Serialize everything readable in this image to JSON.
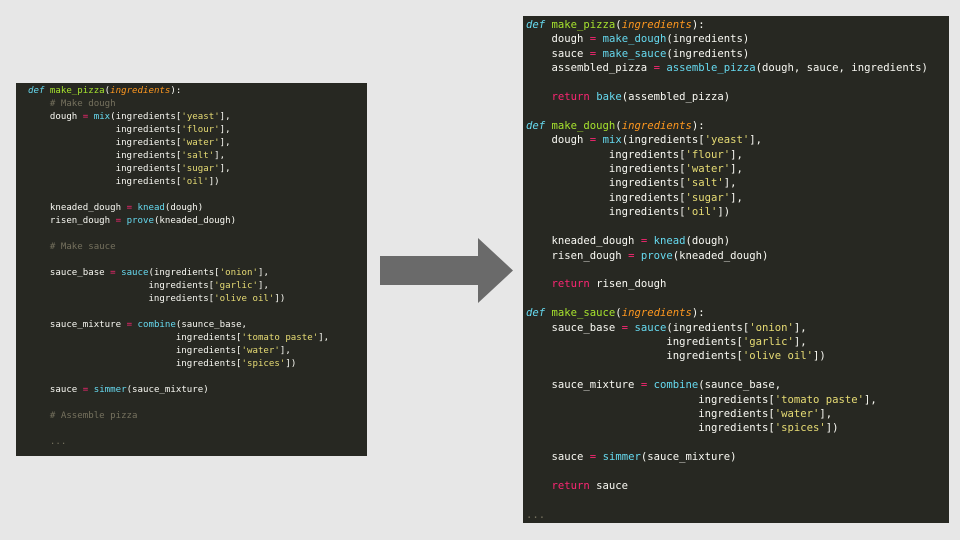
{
  "left_code": [
    [
      {
        "t": "def ",
        "c": "kw"
      },
      {
        "t": "make_pizza",
        "c": "fn"
      },
      {
        "t": "(",
        "c": "plain"
      },
      {
        "t": "ingredients",
        "c": "arg"
      },
      {
        "t": "):",
        "c": "plain"
      }
    ],
    [
      {
        "t": "    # Make dough",
        "c": "cm"
      }
    ],
    [
      {
        "t": "    dough ",
        "c": "plain"
      },
      {
        "t": "=",
        "c": "op"
      },
      {
        "t": " ",
        "c": "plain"
      },
      {
        "t": "mix",
        "c": "call"
      },
      {
        "t": "(ingredients[",
        "c": "plain"
      },
      {
        "t": "'yeast'",
        "c": "str"
      },
      {
        "t": "],",
        "c": "plain"
      }
    ],
    [
      {
        "t": "                ingredients[",
        "c": "plain"
      },
      {
        "t": "'flour'",
        "c": "str"
      },
      {
        "t": "],",
        "c": "plain"
      }
    ],
    [
      {
        "t": "                ingredients[",
        "c": "plain"
      },
      {
        "t": "'water'",
        "c": "str"
      },
      {
        "t": "],",
        "c": "plain"
      }
    ],
    [
      {
        "t": "                ingredients[",
        "c": "plain"
      },
      {
        "t": "'salt'",
        "c": "str"
      },
      {
        "t": "],",
        "c": "plain"
      }
    ],
    [
      {
        "t": "                ingredients[",
        "c": "plain"
      },
      {
        "t": "'sugar'",
        "c": "str"
      },
      {
        "t": "],",
        "c": "plain"
      }
    ],
    [
      {
        "t": "                ingredients[",
        "c": "plain"
      },
      {
        "t": "'oil'",
        "c": "str"
      },
      {
        "t": "])",
        "c": "plain"
      }
    ],
    [],
    [
      {
        "t": "    kneaded_dough ",
        "c": "plain"
      },
      {
        "t": "=",
        "c": "op"
      },
      {
        "t": " ",
        "c": "plain"
      },
      {
        "t": "knead",
        "c": "call"
      },
      {
        "t": "(dough)",
        "c": "plain"
      }
    ],
    [
      {
        "t": "    risen_dough ",
        "c": "plain"
      },
      {
        "t": "=",
        "c": "op"
      },
      {
        "t": " ",
        "c": "plain"
      },
      {
        "t": "prove",
        "c": "call"
      },
      {
        "t": "(kneaded_dough)",
        "c": "plain"
      }
    ],
    [],
    [
      {
        "t": "    # Make sauce",
        "c": "cm"
      }
    ],
    [],
    [
      {
        "t": "    sauce_base ",
        "c": "plain"
      },
      {
        "t": "=",
        "c": "op"
      },
      {
        "t": " ",
        "c": "plain"
      },
      {
        "t": "sauce",
        "c": "call"
      },
      {
        "t": "(ingredients[",
        "c": "plain"
      },
      {
        "t": "'onion'",
        "c": "str"
      },
      {
        "t": "],",
        "c": "plain"
      }
    ],
    [
      {
        "t": "                      ingredients[",
        "c": "plain"
      },
      {
        "t": "'garlic'",
        "c": "str"
      },
      {
        "t": "],",
        "c": "plain"
      }
    ],
    [
      {
        "t": "                      ingredients[",
        "c": "plain"
      },
      {
        "t": "'olive oil'",
        "c": "str"
      },
      {
        "t": "])",
        "c": "plain"
      }
    ],
    [],
    [
      {
        "t": "    sauce_mixture ",
        "c": "plain"
      },
      {
        "t": "=",
        "c": "op"
      },
      {
        "t": " ",
        "c": "plain"
      },
      {
        "t": "combine",
        "c": "call"
      },
      {
        "t": "(saunce_base,",
        "c": "plain"
      }
    ],
    [
      {
        "t": "                           ingredients[",
        "c": "plain"
      },
      {
        "t": "'tomato paste'",
        "c": "str"
      },
      {
        "t": "],",
        "c": "plain"
      }
    ],
    [
      {
        "t": "                           ingredients[",
        "c": "plain"
      },
      {
        "t": "'water'",
        "c": "str"
      },
      {
        "t": "],",
        "c": "plain"
      }
    ],
    [
      {
        "t": "                           ingredients[",
        "c": "plain"
      },
      {
        "t": "'spices'",
        "c": "str"
      },
      {
        "t": "])",
        "c": "plain"
      }
    ],
    [],
    [
      {
        "t": "    sauce ",
        "c": "plain"
      },
      {
        "t": "=",
        "c": "op"
      },
      {
        "t": " ",
        "c": "plain"
      },
      {
        "t": "simmer",
        "c": "call"
      },
      {
        "t": "(sauce_mixture)",
        "c": "plain"
      }
    ],
    [],
    [
      {
        "t": "    # Assemble pizza",
        "c": "cm"
      }
    ],
    [],
    [
      {
        "t": "    ...",
        "c": "cm"
      }
    ]
  ],
  "right_code": [
    [
      {
        "t": "def ",
        "c": "kw"
      },
      {
        "t": "make_pizza",
        "c": "fn"
      },
      {
        "t": "(",
        "c": "plain"
      },
      {
        "t": "ingredients",
        "c": "arg"
      },
      {
        "t": "):",
        "c": "plain"
      }
    ],
    [
      {
        "t": "    dough ",
        "c": "plain"
      },
      {
        "t": "=",
        "c": "op"
      },
      {
        "t": " ",
        "c": "plain"
      },
      {
        "t": "make_dough",
        "c": "call"
      },
      {
        "t": "(ingredients)",
        "c": "plain"
      }
    ],
    [
      {
        "t": "    sauce ",
        "c": "plain"
      },
      {
        "t": "=",
        "c": "op"
      },
      {
        "t": " ",
        "c": "plain"
      },
      {
        "t": "make_sauce",
        "c": "call"
      },
      {
        "t": "(ingredients)",
        "c": "plain"
      }
    ],
    [
      {
        "t": "    assembled_pizza ",
        "c": "plain"
      },
      {
        "t": "=",
        "c": "op"
      },
      {
        "t": " ",
        "c": "plain"
      },
      {
        "t": "assemble_pizza",
        "c": "call"
      },
      {
        "t": "(dough, sauce, ingredients)",
        "c": "plain"
      }
    ],
    [],
    [
      {
        "t": "    ",
        "c": "plain"
      },
      {
        "t": "return",
        "c": "ret"
      },
      {
        "t": " ",
        "c": "plain"
      },
      {
        "t": "bake",
        "c": "call"
      },
      {
        "t": "(assembled_pizza)",
        "c": "plain"
      }
    ],
    [],
    [
      {
        "t": "def ",
        "c": "kw"
      },
      {
        "t": "make_dough",
        "c": "fn"
      },
      {
        "t": "(",
        "c": "plain"
      },
      {
        "t": "ingredients",
        "c": "arg"
      },
      {
        "t": "):",
        "c": "plain"
      }
    ],
    [
      {
        "t": "    dough ",
        "c": "plain"
      },
      {
        "t": "=",
        "c": "op"
      },
      {
        "t": " ",
        "c": "plain"
      },
      {
        "t": "mix",
        "c": "call"
      },
      {
        "t": "(ingredients[",
        "c": "plain"
      },
      {
        "t": "'yeast'",
        "c": "str"
      },
      {
        "t": "],",
        "c": "plain"
      }
    ],
    [
      {
        "t": "             ingredients[",
        "c": "plain"
      },
      {
        "t": "'flour'",
        "c": "str"
      },
      {
        "t": "],",
        "c": "plain"
      }
    ],
    [
      {
        "t": "             ingredients[",
        "c": "plain"
      },
      {
        "t": "'water'",
        "c": "str"
      },
      {
        "t": "],",
        "c": "plain"
      }
    ],
    [
      {
        "t": "             ingredients[",
        "c": "plain"
      },
      {
        "t": "'salt'",
        "c": "str"
      },
      {
        "t": "],",
        "c": "plain"
      }
    ],
    [
      {
        "t": "             ingredients[",
        "c": "plain"
      },
      {
        "t": "'sugar'",
        "c": "str"
      },
      {
        "t": "],",
        "c": "plain"
      }
    ],
    [
      {
        "t": "             ingredients[",
        "c": "plain"
      },
      {
        "t": "'oil'",
        "c": "str"
      },
      {
        "t": "])",
        "c": "plain"
      }
    ],
    [],
    [
      {
        "t": "    kneaded_dough ",
        "c": "plain"
      },
      {
        "t": "=",
        "c": "op"
      },
      {
        "t": " ",
        "c": "plain"
      },
      {
        "t": "knead",
        "c": "call"
      },
      {
        "t": "(dough)",
        "c": "plain"
      }
    ],
    [
      {
        "t": "    risen_dough ",
        "c": "plain"
      },
      {
        "t": "=",
        "c": "op"
      },
      {
        "t": " ",
        "c": "plain"
      },
      {
        "t": "prove",
        "c": "call"
      },
      {
        "t": "(kneaded_dough)",
        "c": "plain"
      }
    ],
    [],
    [
      {
        "t": "    ",
        "c": "plain"
      },
      {
        "t": "return",
        "c": "ret"
      },
      {
        "t": " risen_dough",
        "c": "plain"
      }
    ],
    [],
    [
      {
        "t": "def ",
        "c": "kw"
      },
      {
        "t": "make_sauce",
        "c": "fn"
      },
      {
        "t": "(",
        "c": "plain"
      },
      {
        "t": "ingredients",
        "c": "arg"
      },
      {
        "t": "):",
        "c": "plain"
      }
    ],
    [
      {
        "t": "    sauce_base ",
        "c": "plain"
      },
      {
        "t": "=",
        "c": "op"
      },
      {
        "t": " ",
        "c": "plain"
      },
      {
        "t": "sauce",
        "c": "call"
      },
      {
        "t": "(ingredients[",
        "c": "plain"
      },
      {
        "t": "'onion'",
        "c": "str"
      },
      {
        "t": "],",
        "c": "plain"
      }
    ],
    [
      {
        "t": "                      ingredients[",
        "c": "plain"
      },
      {
        "t": "'garlic'",
        "c": "str"
      },
      {
        "t": "],",
        "c": "plain"
      }
    ],
    [
      {
        "t": "                      ingredients[",
        "c": "plain"
      },
      {
        "t": "'olive oil'",
        "c": "str"
      },
      {
        "t": "])",
        "c": "plain"
      }
    ],
    [],
    [
      {
        "t": "    sauce_mixture ",
        "c": "plain"
      },
      {
        "t": "=",
        "c": "op"
      },
      {
        "t": " ",
        "c": "plain"
      },
      {
        "t": "combine",
        "c": "call"
      },
      {
        "t": "(saunce_base,",
        "c": "plain"
      }
    ],
    [
      {
        "t": "                           ingredients[",
        "c": "plain"
      },
      {
        "t": "'tomato paste'",
        "c": "str"
      },
      {
        "t": "],",
        "c": "plain"
      }
    ],
    [
      {
        "t": "                           ingredients[",
        "c": "plain"
      },
      {
        "t": "'water'",
        "c": "str"
      },
      {
        "t": "],",
        "c": "plain"
      }
    ],
    [
      {
        "t": "                           ingredients[",
        "c": "plain"
      },
      {
        "t": "'spices'",
        "c": "str"
      },
      {
        "t": "])",
        "c": "plain"
      }
    ],
    [],
    [
      {
        "t": "    sauce ",
        "c": "plain"
      },
      {
        "t": "=",
        "c": "op"
      },
      {
        "t": " ",
        "c": "plain"
      },
      {
        "t": "simmer",
        "c": "call"
      },
      {
        "t": "(sauce_mixture)",
        "c": "plain"
      }
    ],
    [],
    [
      {
        "t": "    ",
        "c": "plain"
      },
      {
        "t": "return",
        "c": "ret"
      },
      {
        "t": " sauce",
        "c": "plain"
      }
    ],
    [],
    [
      {
        "t": "...",
        "c": "cm"
      }
    ]
  ],
  "colors": {
    "background": "#e7e7e7",
    "editor_bg": "#272822",
    "arrow": "#6a6a6a",
    "keyword": "#66d9ef",
    "function_name": "#a6e22e",
    "argument": "#fd971f",
    "operator": "#f92672",
    "string": "#e6db74",
    "comment": "#75715e",
    "text": "#f8f8f2"
  },
  "arrow_icon": "right-arrow-icon"
}
